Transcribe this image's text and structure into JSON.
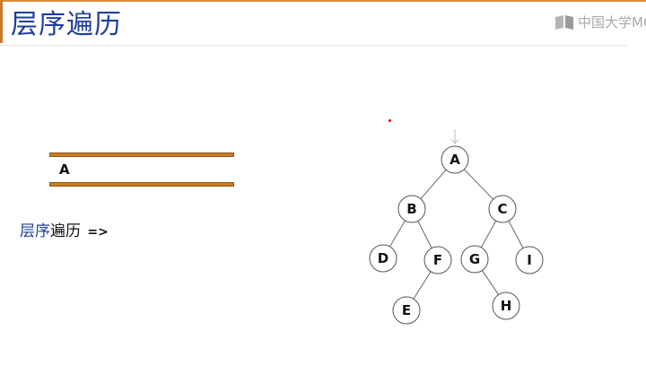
{
  "slide": {
    "title": "层序遍历",
    "watermark": "中国大学MOOC"
  },
  "queue": {
    "content": "A"
  },
  "traversal": {
    "label_highlight": "层序",
    "label_rest": "遍历",
    "arrow": "=>"
  },
  "tree": {
    "nodes": [
      {
        "id": "A",
        "label": "A"
      },
      {
        "id": "B",
        "label": "B"
      },
      {
        "id": "C",
        "label": "C"
      },
      {
        "id": "D",
        "label": "D"
      },
      {
        "id": "F",
        "label": "F"
      },
      {
        "id": "G",
        "label": "G"
      },
      {
        "id": "I",
        "label": "I"
      },
      {
        "id": "E",
        "label": "E"
      },
      {
        "id": "H",
        "label": "H"
      }
    ],
    "edges": [
      [
        "A",
        "B"
      ],
      [
        "A",
        "C"
      ],
      [
        "B",
        "D"
      ],
      [
        "B",
        "F"
      ],
      [
        "C",
        "G"
      ],
      [
        "C",
        "I"
      ],
      [
        "F",
        "E"
      ],
      [
        "G",
        "H"
      ]
    ],
    "current_pointer": "A"
  },
  "colors": {
    "title": "#1f3e9c",
    "queue_bar": "#c97b25",
    "accent": "#c87a2a"
  }
}
